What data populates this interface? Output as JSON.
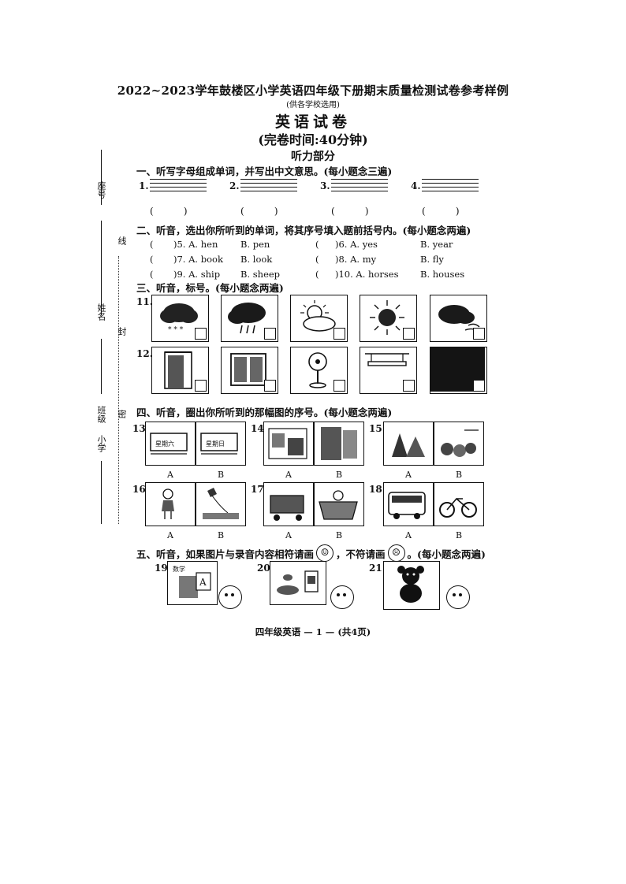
{
  "header": {
    "title": "2022~2023学年鼓楼区小学英语四年级下册期末质量检测试卷参考样例",
    "note": "(供各学校选用)",
    "subject": "英语试卷",
    "time": "(完卷时间:40分钟)",
    "part": "听力部分"
  },
  "sidebar": {
    "seat": "座号",
    "line": "线",
    "name": "姓名",
    "seal": "封",
    "class": "班级",
    "school": "小学",
    "secret": "密"
  },
  "section1": {
    "heading": "一、听写字母组成单词，并写出中文意思。(每小题念三遍)",
    "items": [
      "1.",
      "2.",
      "3.",
      "4."
    ],
    "paren": "(          )"
  },
  "section2": {
    "heading": "二、听音，选出你所听到的单词，将其序号填入题前括号内。(每小题念两遍)",
    "rows": [
      {
        "p1": "(",
        "q1": ")5. A. hen",
        "b1": "B. pen",
        "p2": "(",
        "q2": ")6. A. yes",
        "b2": "B. year"
      },
      {
        "p1": "(",
        "q1": ")7. A. book",
        "b1": "B. look",
        "p2": "(",
        "q2": ")8. A. my",
        "b2": "B. fly"
      },
      {
        "p1": "(",
        "q1": ")9. A. ship",
        "b1": "B. sheep",
        "p2": "(",
        "q2": ")10. A. horses",
        "b2": "B. houses"
      }
    ]
  },
  "section3": {
    "heading": "三、听音，标号。(每小题念两遍)",
    "row1_label": "11.",
    "row2_label": "12.",
    "row1_icons": [
      "snow-cloud-icon",
      "rain-cloud-icon",
      "sun-cloud-icon",
      "sun-icon",
      "wind-cloud-icon"
    ],
    "row2_icons": [
      "door-icon",
      "window-icon",
      "fan-icon",
      "light-icon",
      "blackboard-icon"
    ]
  },
  "section4": {
    "heading": "四、听音，圈出你所听到的那幅图的序号。(每小题念两遍)",
    "labels": [
      "13.",
      "14.",
      "15.",
      "16.",
      "17.",
      "18."
    ],
    "a": "A",
    "b": "B",
    "book1": "星期六",
    "book2": "星期日"
  },
  "section5": {
    "heading": "五、听音，如果图片与录音内容相符请画",
    "heading_mid": "，不符请画",
    "heading_end": "。(每小题念两遍)",
    "labels": [
      "19.",
      "20.",
      "21."
    ],
    "math": "数学",
    "letter": "A"
  },
  "footer": {
    "text": "四年级英语 — 1 — (共4页)"
  }
}
